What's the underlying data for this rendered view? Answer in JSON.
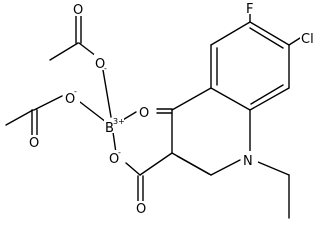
{
  "atoms": {
    "o_top_double": "O",
    "o_top_minus": "O",
    "o_left_minus": "O",
    "o_left_double": "O",
    "boron": "B",
    "boron_charge": "3+",
    "o_chelate_ketone": "O",
    "o_chelate_carboxylate": "O",
    "o_acid_double": "O",
    "fluorine": "F",
    "chlorine": "Cl",
    "nitrogen": "N",
    "minus": "-"
  }
}
